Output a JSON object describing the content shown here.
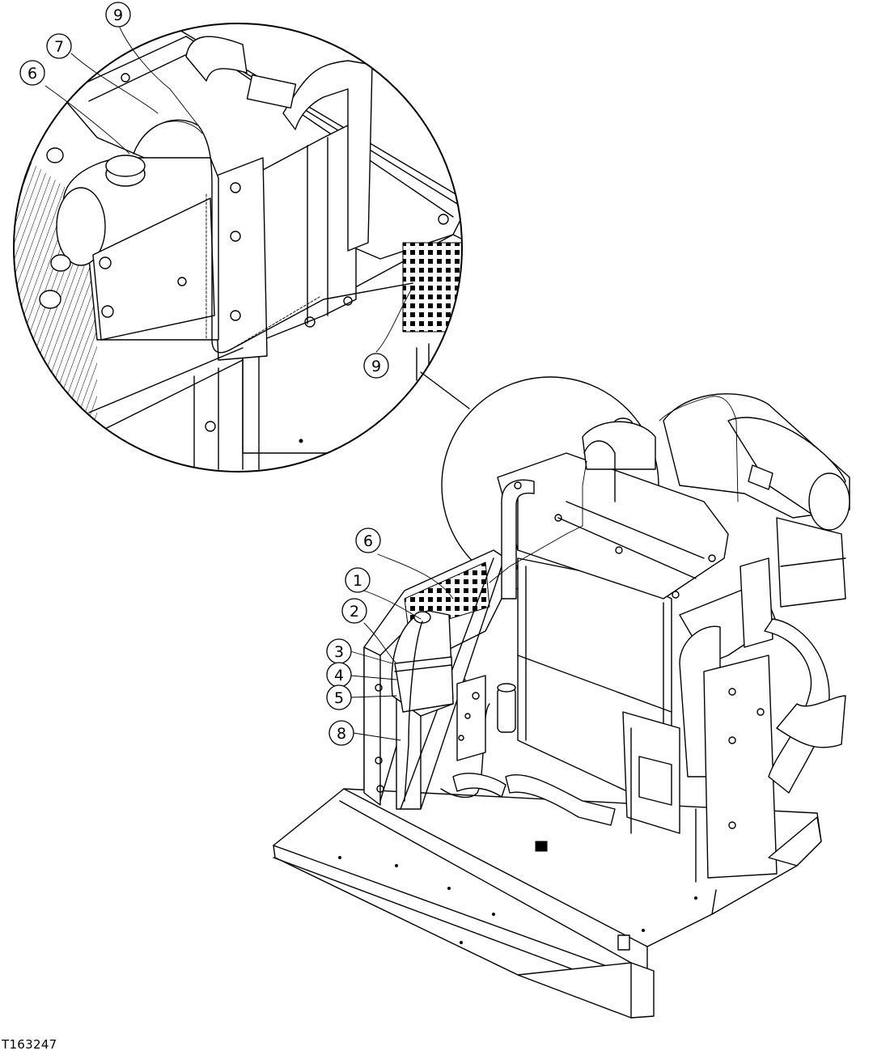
{
  "figure_id": "T163247",
  "callouts": [
    {
      "id": "callout-9-top",
      "label": "9"
    },
    {
      "id": "callout-7-top",
      "label": "7"
    },
    {
      "id": "callout-6-top",
      "label": "6"
    },
    {
      "id": "callout-9-detail",
      "label": "9"
    },
    {
      "id": "callout-6-main",
      "label": "6"
    },
    {
      "id": "callout-1",
      "label": "1"
    },
    {
      "id": "callout-2",
      "label": "2"
    },
    {
      "id": "callout-3",
      "label": "3"
    },
    {
      "id": "callout-4",
      "label": "4"
    },
    {
      "id": "callout-5",
      "label": "5"
    },
    {
      "id": "callout-8",
      "label": "8"
    }
  ]
}
